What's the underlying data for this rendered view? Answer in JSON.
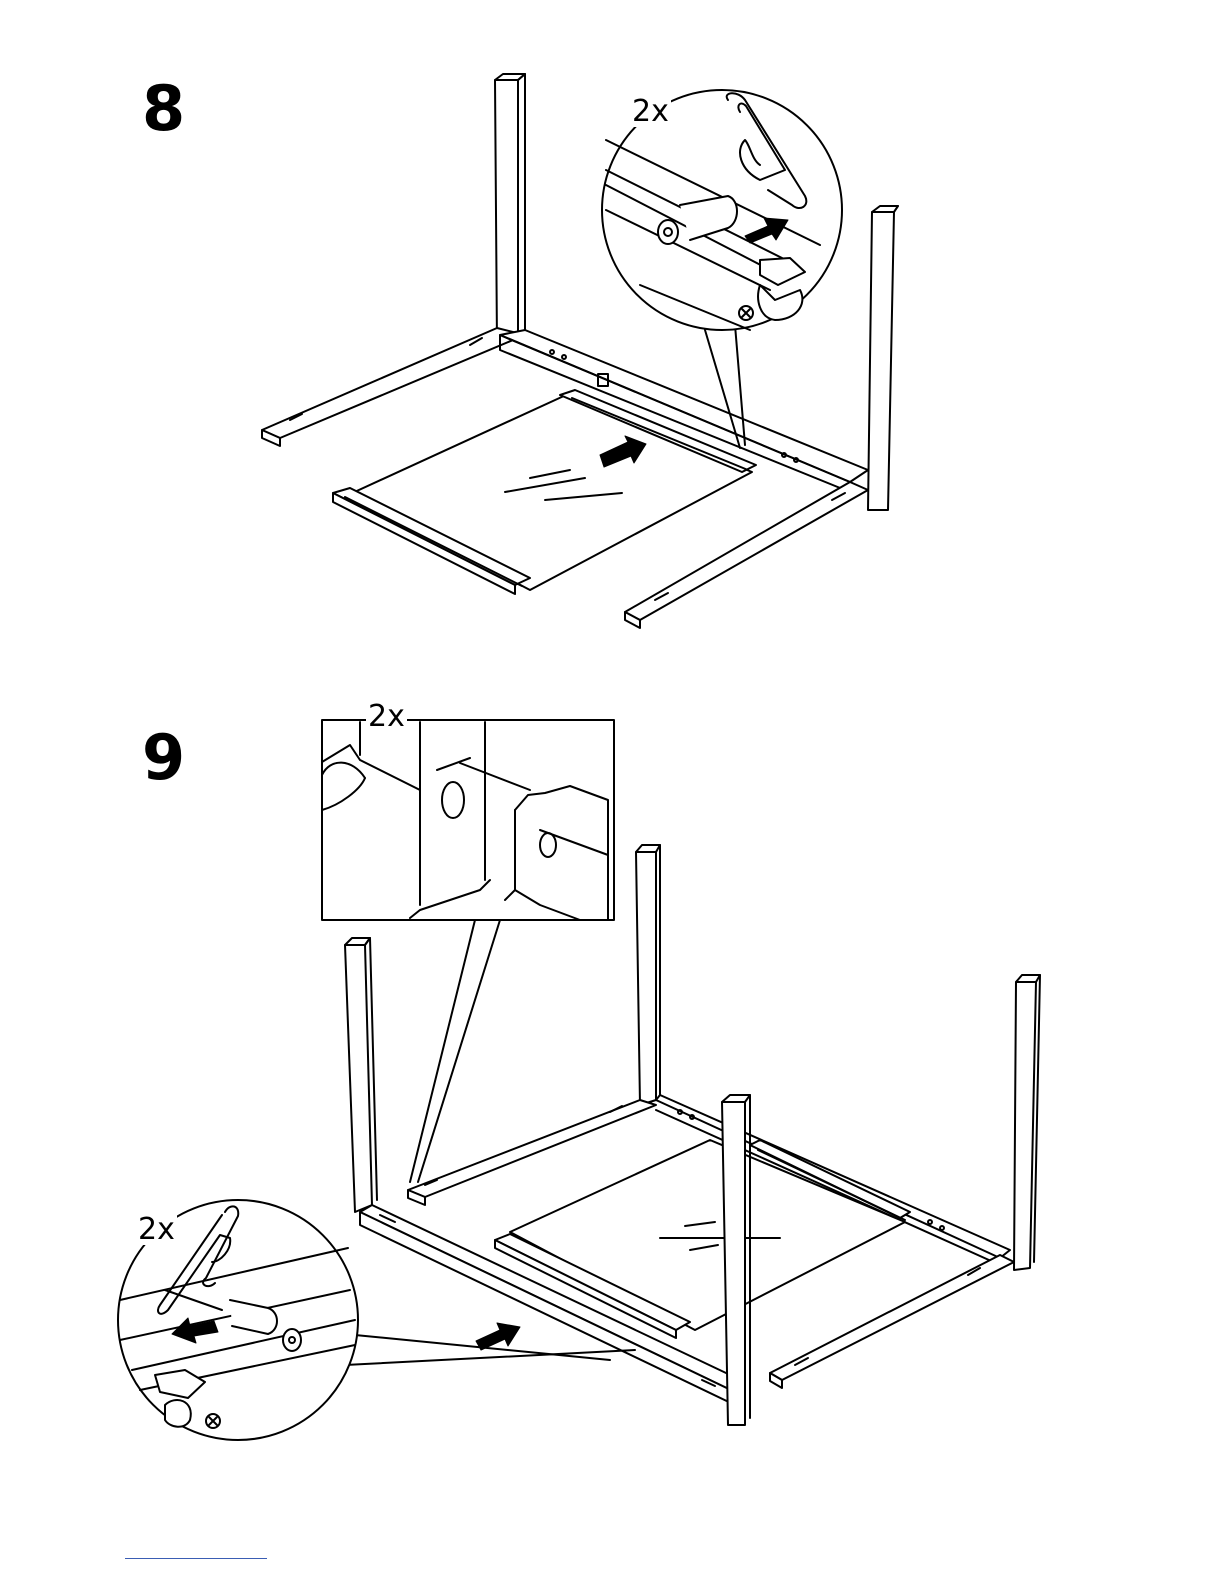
{
  "steps": [
    {
      "number": "8",
      "detail_quantity": "2x"
    },
    {
      "number": "9",
      "detail_quantity_top": "2x",
      "detail_quantity_left": "2x"
    }
  ],
  "colors": {
    "line": "#000000",
    "background": "#ffffff",
    "footer_rule": "#3a5db4"
  }
}
